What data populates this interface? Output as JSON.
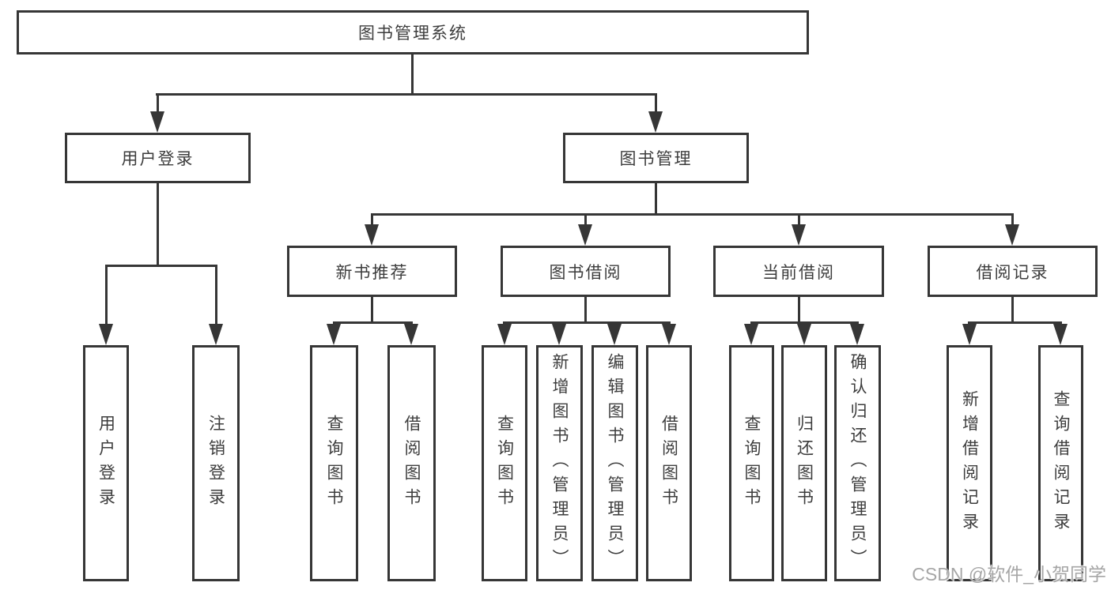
{
  "colors": {
    "line": "#363636",
    "text": "#3d3d3d",
    "watermark": "#a6a6a6"
  },
  "watermark": {
    "text": "CSDN @软件_小贺同学"
  },
  "diagram": {
    "type": "tree",
    "root": {
      "label": "图书管理系统",
      "children": [
        {
          "label": "用户登录",
          "children": [
            {
              "label": "用户登录"
            },
            {
              "label": "注销登录"
            }
          ]
        },
        {
          "label": "图书管理",
          "children": [
            {
              "label": "新书推荐",
              "children": [
                {
                  "label": "查询图书"
                },
                {
                  "label": "借阅图书"
                }
              ]
            },
            {
              "label": "图书借阅",
              "children": [
                {
                  "label": "查询图书"
                },
                {
                  "label": "新增图书（管理员）"
                },
                {
                  "label": "编辑图书（管理员）"
                },
                {
                  "label": "借阅图书"
                }
              ]
            },
            {
              "label": "当前借阅",
              "children": [
                {
                  "label": "查询图书"
                },
                {
                  "label": "归还图书"
                },
                {
                  "label": "确认归还（管理员）"
                }
              ]
            },
            {
              "label": "借阅记录",
              "children": [
                {
                  "label": "新增借阅记录"
                },
                {
                  "label": "查询借阅记录"
                }
              ]
            }
          ]
        }
      ]
    }
  }
}
